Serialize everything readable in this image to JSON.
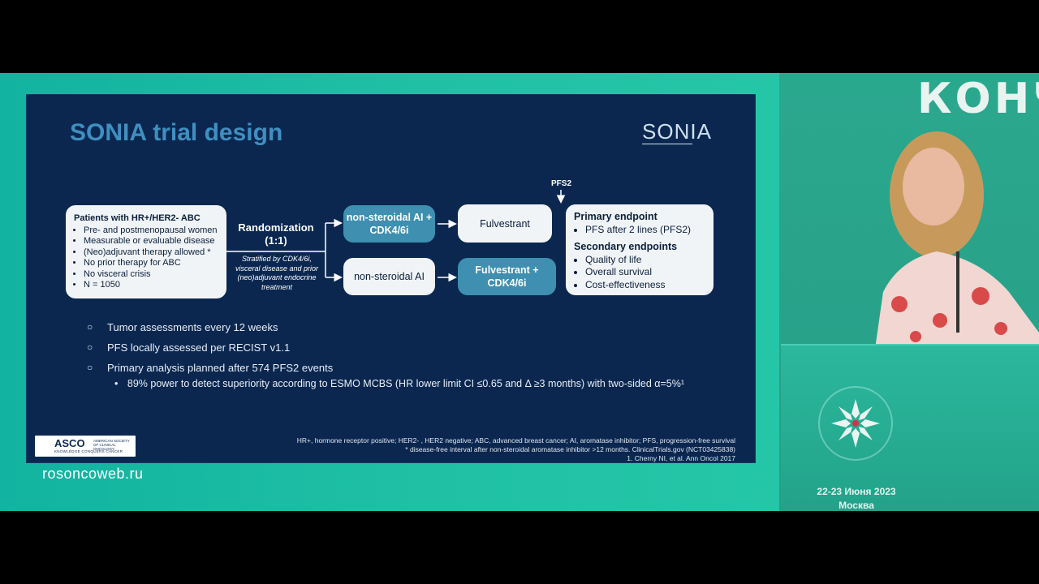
{
  "slide": {
    "title": "SONIA trial design",
    "logo_text": "SONIA",
    "patients": {
      "heading": "Patients with HR+/HER2- ABC",
      "items": [
        "Pre- and postmenopausal women",
        "Measurable or evaluable disease",
        "(Neo)adjuvant therapy allowed *",
        "No prior therapy for ABC",
        "No visceral crisis",
        "N = 1050"
      ]
    },
    "randomization": "Randomization (1:1)",
    "stratification": "Stratified by CDK4/6i, visceral disease and prior (neo)adjuvant endocrine treatment",
    "arm1_first": "non-steroidal AI + CDK4/6i",
    "arm2_first": "non-steroidal AI",
    "arm1_second": "Fulvestrant",
    "arm2_second": "Fulvestrant + CDK4/6i",
    "pfs2_label": "PFS2",
    "endpoints": {
      "primary_heading": "Primary endpoint",
      "primary_items": [
        "PFS after 2 lines (PFS2)"
      ],
      "secondary_heading": "Secondary endpoints",
      "secondary_items": [
        "Quality of life",
        "Overall survival",
        "Cost-effectiveness"
      ]
    },
    "bullets": [
      "Tumor assessments every 12 weeks",
      "PFS locally assessed per RECIST v1.1",
      "Primary analysis planned after 574 PFS2 events"
    ],
    "sub_bullet": "89% power to detect superiority according to ESMO MCBS (HR lower limit CI ≤0.65 and Δ ≥3 months) with two-sided α=5%¹",
    "footnotes": [
      "HR+, hormone receptor positive; HER2- , HER2 negative; ABC, advanced breast cancer; AI, aromatase inhibitor; PFS, progression-free survival",
      "* disease-free interval after non-steroidal aromatase inhibitor >12 months. ClinicalTrials.gov (NCT03425838)",
      "1. Cherny NI, et al. Ann Oncol 2017"
    ],
    "asco": {
      "name": "ASCO",
      "subtitle": "AMERICAN SOCIETY OF CLINICAL ONCOLOGY",
      "tagline": "KNOWLEDGE CONQUERS CANCER"
    }
  },
  "overlay": {
    "website": "rosoncoweb.ru"
  },
  "stage": {
    "banner": "КОНЧ",
    "podium_dates": "22-23 Июня 2023",
    "podium_city": "Москва"
  },
  "colors": {
    "slide_bg": "#0b2750",
    "title": "#3f8fc0",
    "teal_box": "#3e8fb0",
    "stage_green": "#1fc0a4"
  }
}
